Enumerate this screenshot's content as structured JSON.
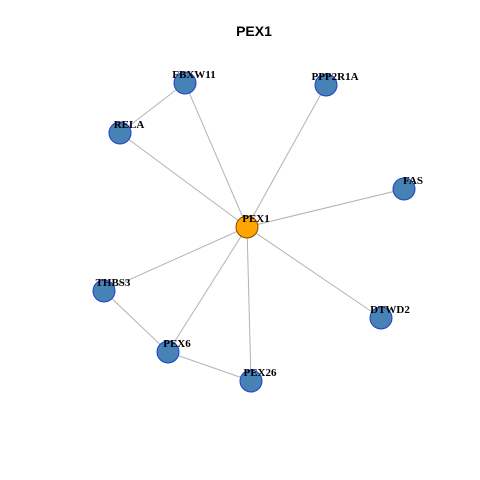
{
  "title": "PEX1",
  "colors": {
    "center_fill": "#FFA500",
    "center_stroke": "#8B4500",
    "node_fill": "#4682B4",
    "node_stroke": "#1D3FCC",
    "edge": "#B3B3B3"
  },
  "nodes": [
    {
      "id": "PEX1",
      "label": "PEX1",
      "role": "center"
    },
    {
      "id": "FBXW11",
      "label": "FBXW11",
      "role": "neighbor"
    },
    {
      "id": "PPP2R1A",
      "label": "PPP2R1A",
      "role": "neighbor"
    },
    {
      "id": "RELA",
      "label": "RELA",
      "role": "neighbor"
    },
    {
      "id": "FAS",
      "label": "FAS",
      "role": "neighbor"
    },
    {
      "id": "THBS3",
      "label": "THBS3",
      "role": "neighbor"
    },
    {
      "id": "DTWD2",
      "label": "DTWD2",
      "role": "neighbor"
    },
    {
      "id": "PEX6",
      "label": "PEX6",
      "role": "neighbor"
    },
    {
      "id": "PEX26",
      "label": "PEX26",
      "role": "neighbor"
    }
  ],
  "edges": [
    [
      "PEX1",
      "FBXW11"
    ],
    [
      "PEX1",
      "PPP2R1A"
    ],
    [
      "PEX1",
      "RELA"
    ],
    [
      "PEX1",
      "FAS"
    ],
    [
      "PEX1",
      "THBS3"
    ],
    [
      "PEX1",
      "DTWD2"
    ],
    [
      "PEX1",
      "PEX6"
    ],
    [
      "PEX1",
      "PEX26"
    ],
    [
      "FBXW11",
      "RELA"
    ],
    [
      "THBS3",
      "PEX6"
    ],
    [
      "PEX6",
      "PEX26"
    ]
  ]
}
